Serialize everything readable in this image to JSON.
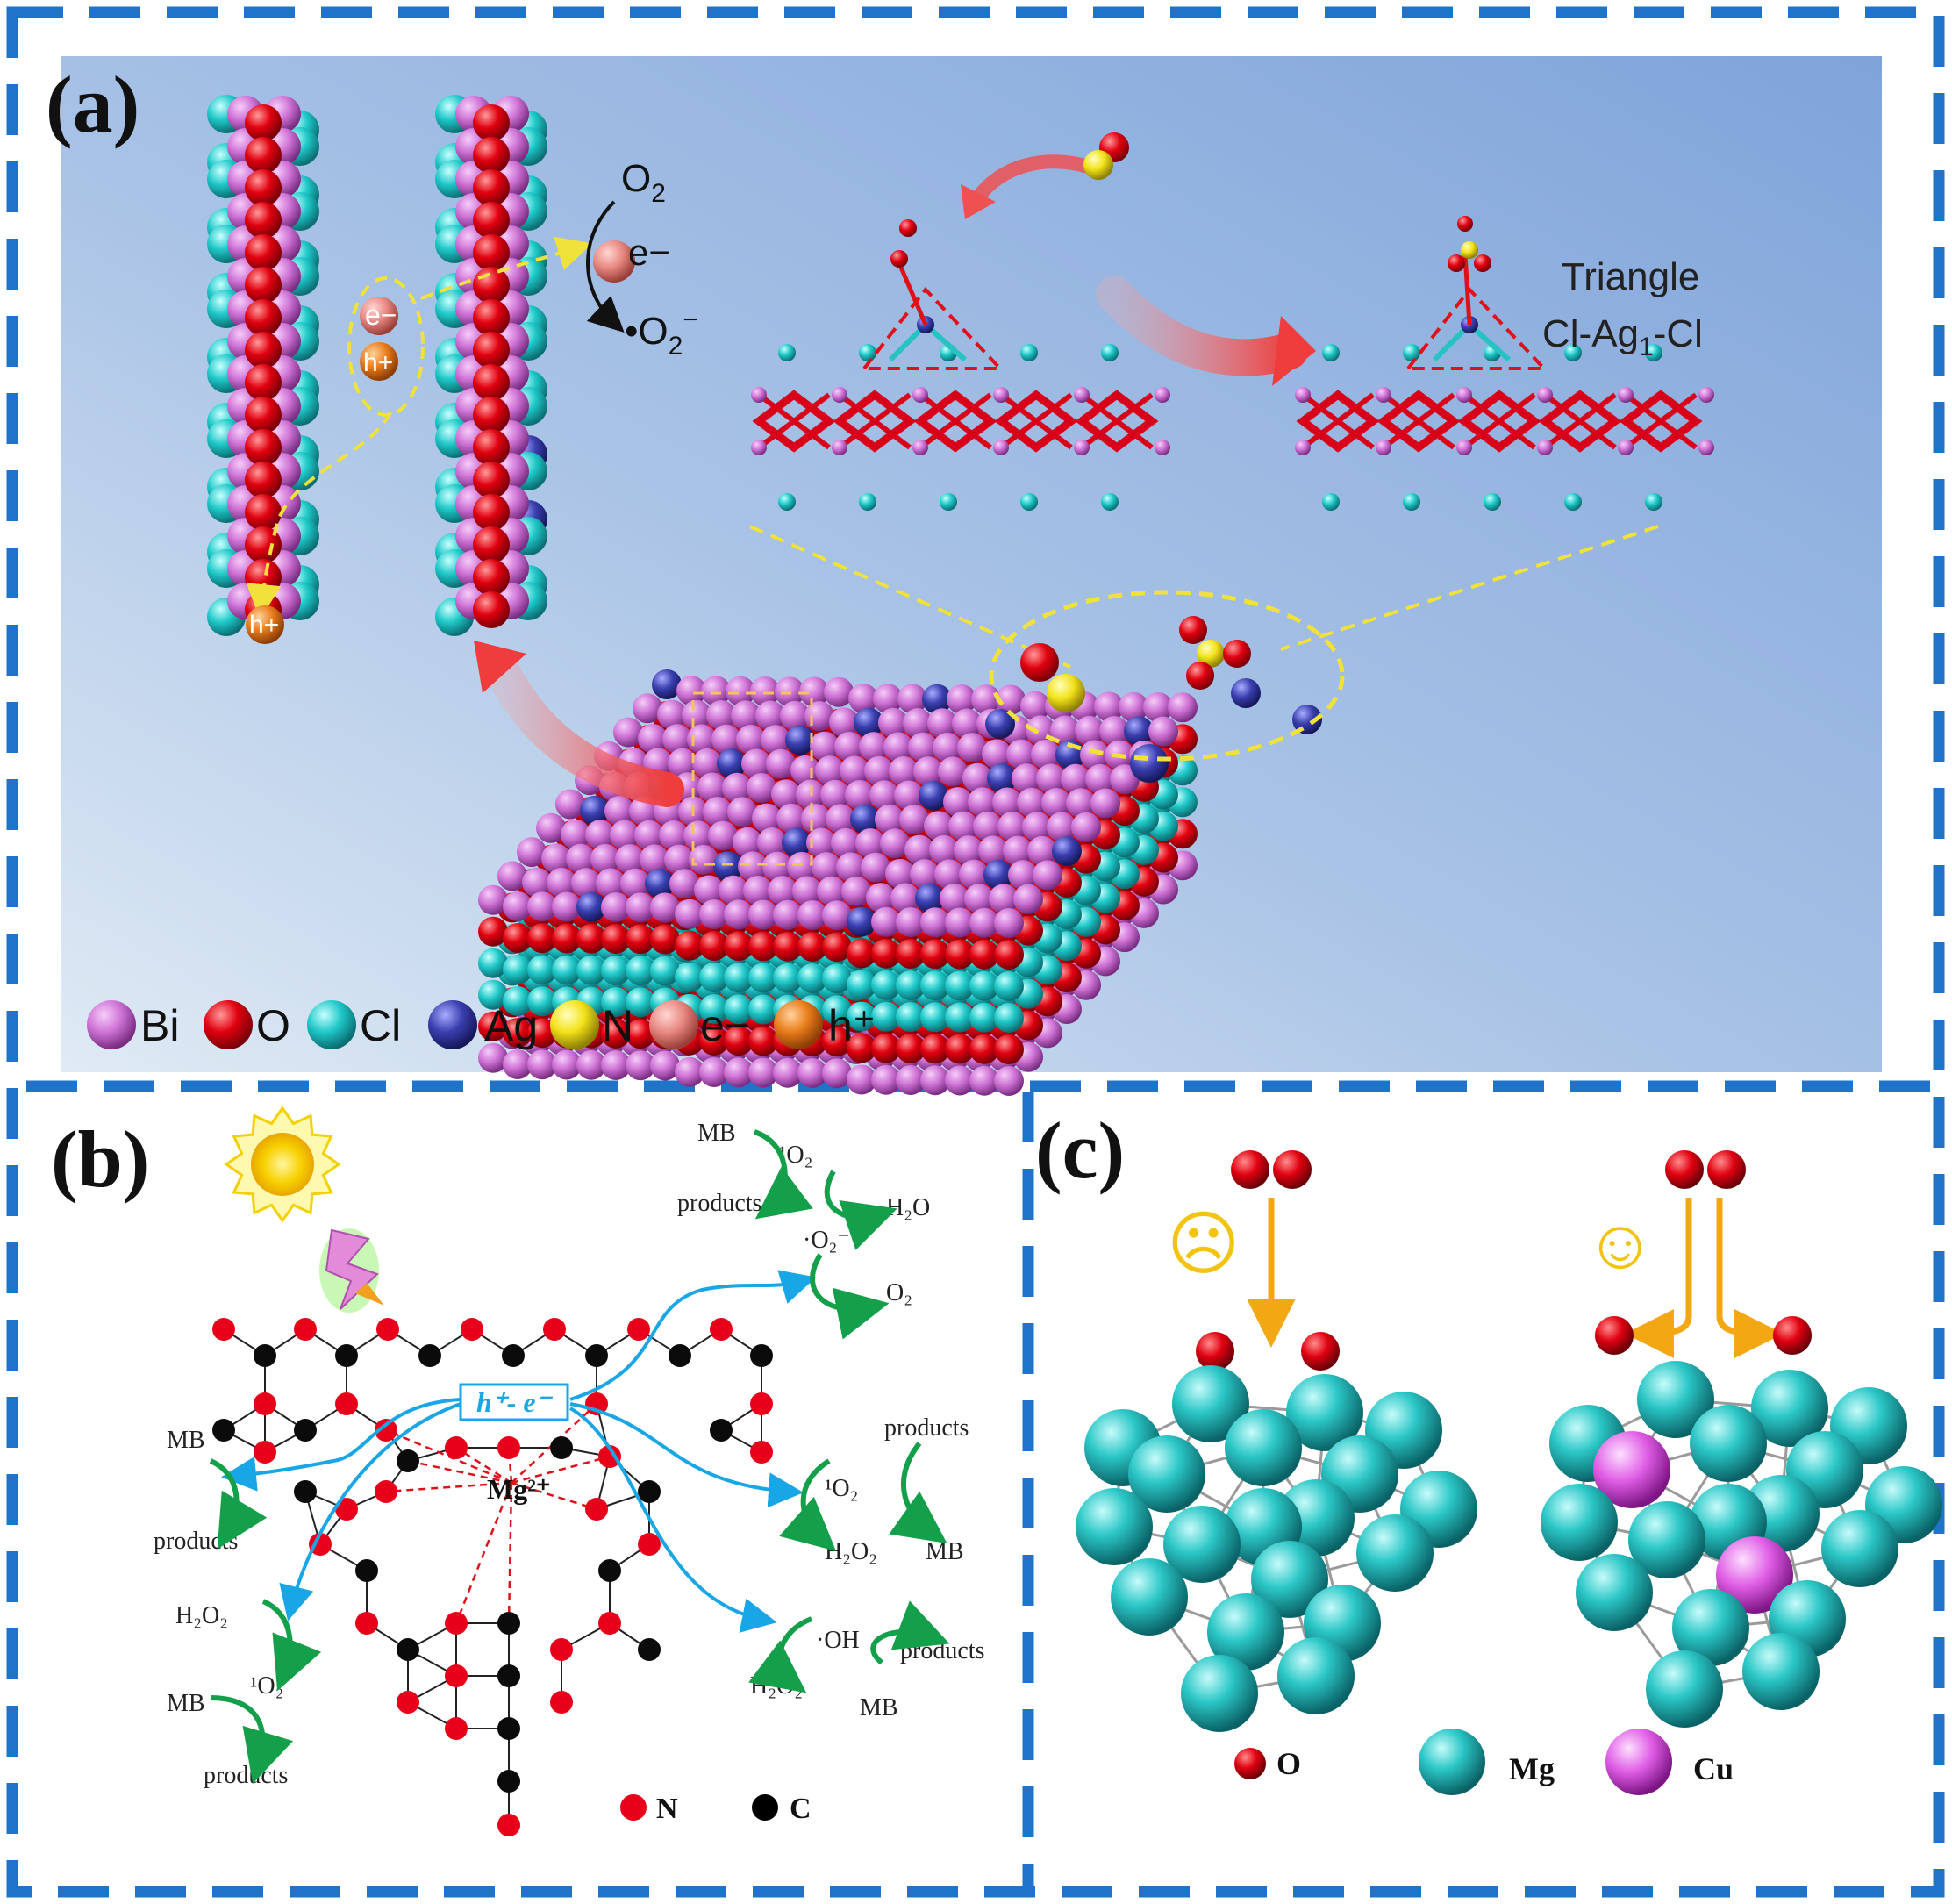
{
  "panel_a": {
    "label": "(a)",
    "o2": "O",
    "o2_sub": "2",
    "electron": "e−",
    "superoxide": "•O",
    "superoxide_sub": "2",
    "superoxide_sup": "−",
    "pair_e": "e−",
    "pair_h": "h+",
    "hole": "h+",
    "triangle_line1": "Triangle",
    "triangle_line2": "Cl-Ag",
    "triangle_sub": "1",
    "triangle_tail": "-Cl",
    "legend": [
      "Bi",
      "O",
      "Cl",
      "Ag",
      "N",
      "e−",
      "h⁺"
    ],
    "colors": {
      "Bi": "#cf74d6",
      "O": "#e0000f",
      "Cl": "#1fc8c8",
      "Ag": "#3a3fb0",
      "N": "#f3e21a",
      "e": "#e98a84",
      "h": "#e97d1c",
      "bg": "#9fb9e0",
      "frame": "#1f74c9"
    }
  },
  "panel_b": {
    "label": "(b)",
    "center": "h⁺- e⁻",
    "metal": "Mg²⁺",
    "mb": "MB",
    "products": "products",
    "singlet_o2": "¹O₂",
    "h2o": "H₂O",
    "superoxide": "·O₂⁻",
    "o2": "O₂",
    "h2o2": "H₂O₂",
    "hydroxyl": "·OH",
    "legend_n": "N",
    "legend_c": "C"
  },
  "panel_c": {
    "label": "(c)",
    "sad": "☹",
    "happy": "☺",
    "legend_o": "O",
    "legend_mg": "Mg",
    "legend_cu": "Cu"
  }
}
